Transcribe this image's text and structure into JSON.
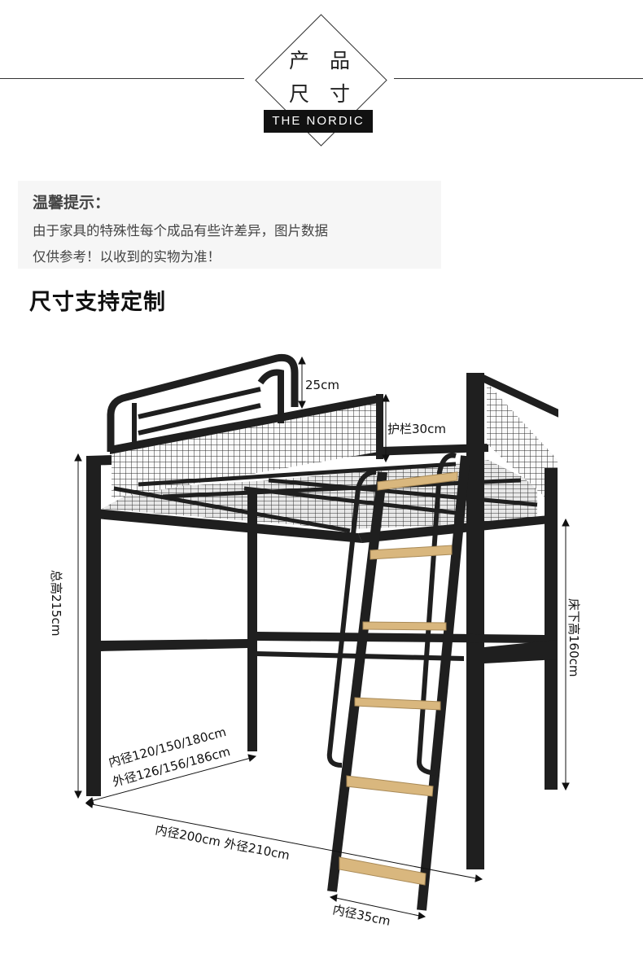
{
  "header": {
    "title_chars": [
      "产",
      "品",
      "尺",
      "寸"
    ],
    "brand": "THE NORDIC"
  },
  "notice": {
    "title": "温馨提示：",
    "line1": "由于家具的特殊性每个成品有些许差异，图片数据",
    "line2": "仅供参考！以收到的实物为准！"
  },
  "section_title": "尺寸支持定制",
  "dimensions": {
    "headboard_height": "25cm",
    "guardrail_height": "护栏30cm",
    "total_height": "总高215cm",
    "under_bed_height": "床下高160cm",
    "width_inner": "内径120/150/180cm",
    "width_outer": "外径126/156/186cm",
    "length": "内径200cm  外径210cm",
    "ladder_width": "内径35cm"
  },
  "colors": {
    "frame": "#1f1f1f",
    "ladder_step": "#d9b77e",
    "line": "#333333"
  }
}
